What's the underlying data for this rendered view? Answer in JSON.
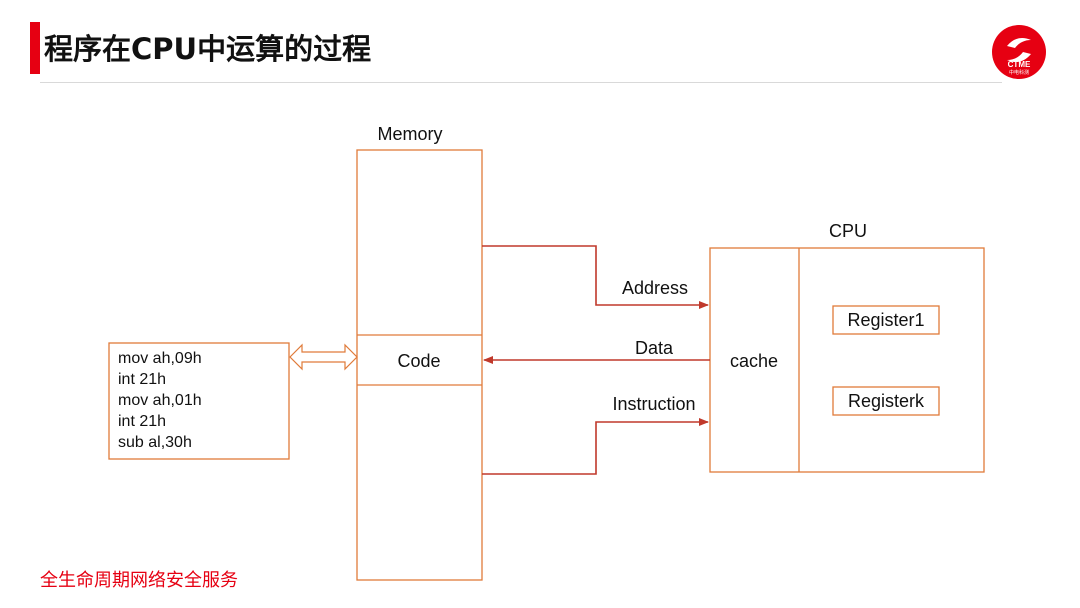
{
  "header": {
    "title": "程序在CPU中运算的过程",
    "logo_text": "CTME",
    "logo_sub": "中电科测"
  },
  "footer": {
    "text": "全生命周期网络安全服务"
  },
  "diagram": {
    "memory_label": "Memory",
    "code_label": "Code",
    "cpu_label": "CPU",
    "cache_label": "cache",
    "registers": [
      "Register1",
      "Registerk"
    ],
    "arrows": {
      "address": "Address",
      "data": "Data",
      "instruction": "Instruction"
    },
    "code_lines": [
      "mov ah,09h",
      "int 21h",
      "mov ah,01h",
      "int 21h",
      "sub al,30h"
    ]
  },
  "colors": {
    "accent": "#e60012",
    "box_border": "#e07b3a",
    "arrow": "#c0392b",
    "text": "#111111"
  }
}
